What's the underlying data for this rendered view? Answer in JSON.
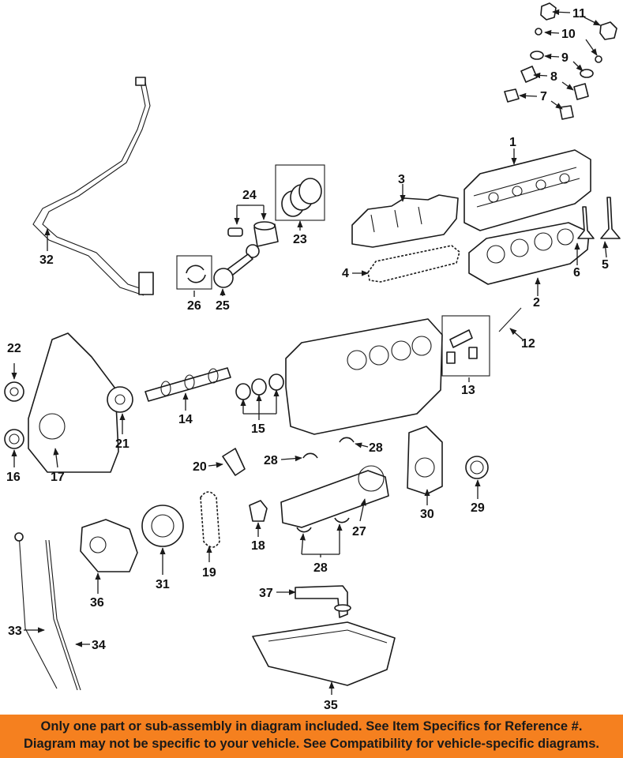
{
  "colors": {
    "banner_background": "#f5801f",
    "banner_text": "#1a1a1a",
    "line_art": "#1a1a1a"
  },
  "callouts": {
    "c1": "1",
    "c2": "2",
    "c3": "3",
    "c4": "4",
    "c5": "5",
    "c6": "6",
    "c7": "7",
    "c8": "8",
    "c9": "9",
    "c10": "10",
    "c11": "11",
    "c12": "12",
    "c13": "13",
    "c14": "14",
    "c15": "15",
    "c16": "16",
    "c17": "17",
    "c18": "18",
    "c19": "19",
    "c20": "20",
    "c21": "21",
    "c22": "22",
    "c23": "23",
    "c24": "24",
    "c25": "25",
    "c26": "26",
    "c27": "27",
    "c28": "28",
    "c29": "29",
    "c30": "30",
    "c31": "31",
    "c32": "32",
    "c33": "33",
    "c34": "34",
    "c35": "35",
    "c36": "36",
    "c37": "37"
  },
  "banner": {
    "line1": "Only one part or sub-assembly in diagram included. See Item Specifics for Reference #.",
    "line2": "Diagram may not be specific to your vehicle. See Compatibility for vehicle-specific diagrams."
  }
}
